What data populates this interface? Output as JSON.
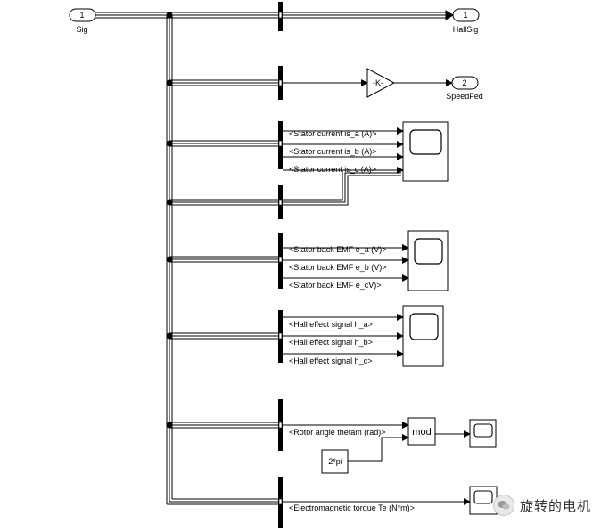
{
  "inports": [
    {
      "number": "1",
      "name": "Sig"
    }
  ],
  "outports": [
    {
      "number": "1",
      "name": "HallSig"
    },
    {
      "number": "2",
      "name": "SpeedFed"
    }
  ],
  "gain": {
    "label": "-K-"
  },
  "constant": {
    "label": "2*pi"
  },
  "mod_block": {
    "label": "mod"
  },
  "signals": {
    "stator_current": [
      "<Stator current is_a (A)>",
      "<Stator current is_b (A)>",
      "<Stator current is_c (A)>"
    ],
    "back_emf": [
      "<Stator back EMF e_a (V)>",
      "<Stator back EMF e_b (V)>",
      "<Stator back EMF e_cV)>"
    ],
    "hall": [
      "<Hall effect signal h_a>",
      "<Hall effect signal h_b>",
      "<Hall effect signal h_c>"
    ],
    "rotor_angle": "<Rotor angle thetam (rad)>",
    "torque": "<Electromagnetic torque Te (N*m)>"
  },
  "watermark": {
    "icon": "wechat-icon",
    "text": "旋转的电机"
  }
}
